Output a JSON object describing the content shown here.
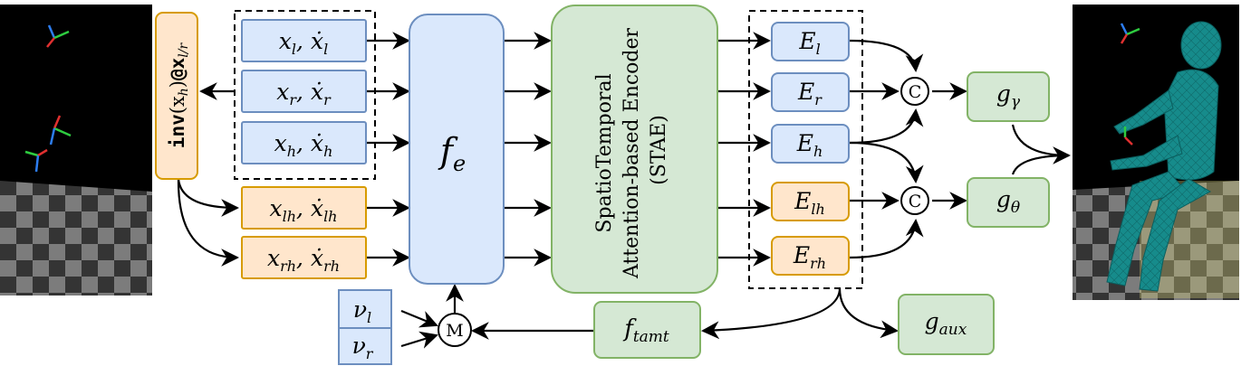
{
  "colors": {
    "blue_fill": "#dae8fc",
    "blue_stroke": "#6c8ebf",
    "orange_fill": "#ffe6cc",
    "orange_stroke": "#d79b00",
    "green_fill": "#d5e8d4",
    "green_stroke": "#82b366"
  },
  "transform": {
    "func": "inv",
    "arg": "(x",
    "arg_sub": "h",
    "close": ")",
    "at": "@x",
    "at_sub": "l/r"
  },
  "inputs": {
    "left": {
      "base": "x",
      "sub": "l",
      "dot": "ẋ"
    },
    "right": {
      "base": "x",
      "sub": "r",
      "dot": "ẋ"
    },
    "head": {
      "base": "x",
      "sub": "h",
      "dot": "ẋ"
    },
    "lh": {
      "base": "x",
      "sub": "lh",
      "dot": "ẋ"
    },
    "rh": {
      "base": "x",
      "sub": "rh",
      "dot": "ẋ"
    }
  },
  "fe": {
    "base": "f",
    "sub": "e"
  },
  "stae": {
    "line1": "SpatioTemporal",
    "line2": "Attention-based Encoder",
    "line3": "(STAE)"
  },
  "embeddings": {
    "l": {
      "base": "E",
      "sub": "l"
    },
    "r": {
      "base": "E",
      "sub": "r"
    },
    "h": {
      "base": "E",
      "sub": "h"
    },
    "lh": {
      "base": "E",
      "sub": "lh"
    },
    "rh": {
      "base": "E",
      "sub": "rh"
    }
  },
  "concat_symbol": "C",
  "merge_symbol": "M",
  "heads": {
    "gamma": {
      "base": "g",
      "sub": "γ"
    },
    "theta": {
      "base": "g",
      "sub": "θ"
    },
    "aux": {
      "base": "g",
      "sub": "aux"
    },
    "tamt": {
      "base": "f",
      "sub": "tamt"
    }
  },
  "nu": {
    "left": {
      "base": "ν",
      "sub": "l"
    },
    "right": {
      "base": "ν",
      "sub": "r"
    }
  }
}
